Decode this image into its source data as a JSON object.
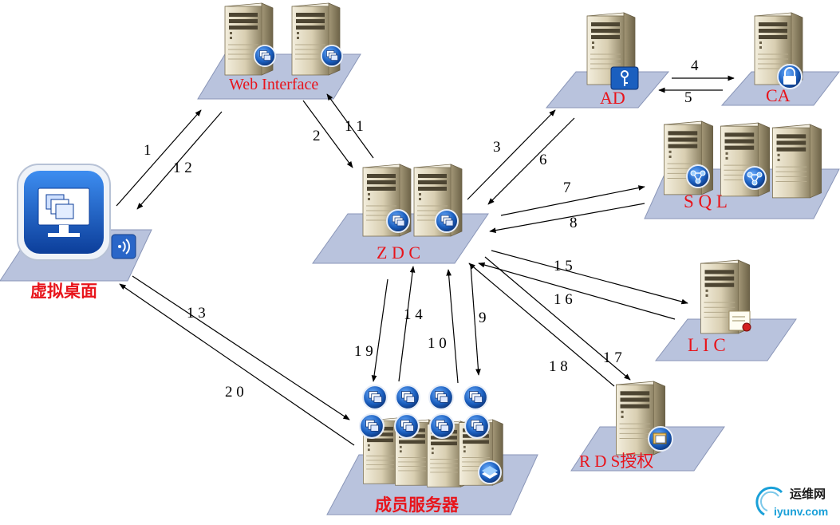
{
  "nodes": {
    "web": {
      "label": "Web Interface"
    },
    "ad": {
      "label": "AD"
    },
    "ca": {
      "label": "CA"
    },
    "sql": {
      "label": "S Q L"
    },
    "zdc": {
      "label": "Z D C"
    },
    "lic": {
      "label": "L I C"
    },
    "rds": {
      "label": "R D S授权"
    },
    "desktop": {
      "label": "虚拟桌面"
    },
    "members": {
      "label": "成员服务器"
    }
  },
  "steps": [
    "1",
    "12",
    "2",
    "11",
    "3",
    "6",
    "4",
    "5",
    "7",
    "8",
    "15",
    "16",
    "17",
    "18",
    "9",
    "10",
    "14",
    "19",
    "13",
    "20"
  ],
  "step_text": {
    "s1": "1",
    "s12": "1 2",
    "s2": "2",
    "s11": "1 1",
    "s3": "3",
    "s6": "6",
    "s4": "4",
    "s5": "5",
    "s7": "7",
    "s8": "8",
    "s15": "1 5",
    "s16": "1 6",
    "s17": "1 7",
    "s18": "1 8",
    "s9": "9",
    "s10": "1 0",
    "s14": "1 4",
    "s19": "1 9",
    "s13": "1 3",
    "s20": "2 0"
  },
  "watermark": {
    "cn": "运维网",
    "en": "iyunv.com"
  },
  "colors": {
    "label": "#e8141b",
    "platform": "#b9c3dd",
    "platform_edge": "#8a96b8",
    "server_body": "#e4dcc4",
    "server_dark": "#5b533d",
    "badge_blue": "#1b5fbf"
  }
}
